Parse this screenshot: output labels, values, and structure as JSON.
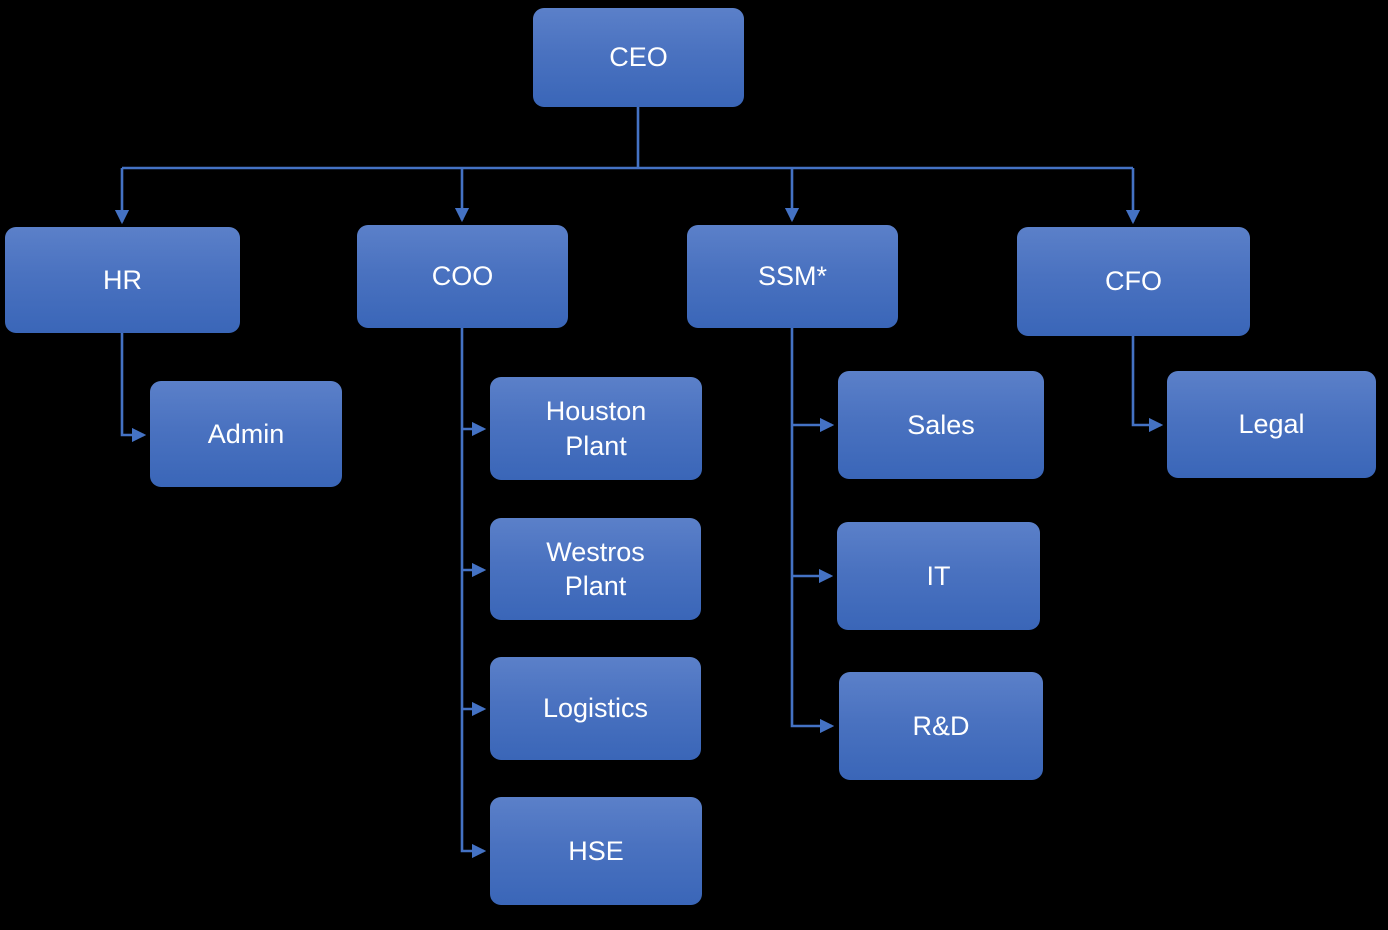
{
  "diagram": {
    "type": "org-chart",
    "background_color": "#000000",
    "box_gradient_top": "#5b80c9",
    "box_gradient_bottom": "#3a66b8",
    "box_text_color": "#ffffff",
    "connector_color": "#4472c4",
    "nodes": [
      {
        "id": "ceo",
        "label": "CEO"
      },
      {
        "id": "hr",
        "label": "HR"
      },
      {
        "id": "coo",
        "label": "COO"
      },
      {
        "id": "ssm",
        "label": "SSM*"
      },
      {
        "id": "cfo",
        "label": "CFO"
      },
      {
        "id": "admin",
        "label": "Admin"
      },
      {
        "id": "houston",
        "label": "Houston\nPlant"
      },
      {
        "id": "westros",
        "label": "Westros\nPlant"
      },
      {
        "id": "logistics",
        "label": "Logistics"
      },
      {
        "id": "hse",
        "label": "HSE"
      },
      {
        "id": "sales",
        "label": "Sales"
      },
      {
        "id": "it",
        "label": "IT"
      },
      {
        "id": "rd",
        "label": "R&D"
      },
      {
        "id": "legal",
        "label": "Legal"
      }
    ],
    "edges": [
      [
        "CEO",
        "HR"
      ],
      [
        "CEO",
        "COO"
      ],
      [
        "CEO",
        "SSM*"
      ],
      [
        "CEO",
        "CFO"
      ],
      [
        "HR",
        "Admin"
      ],
      [
        "COO",
        "Houston Plant"
      ],
      [
        "COO",
        "Westros Plant"
      ],
      [
        "COO",
        "Logistics"
      ],
      [
        "COO",
        "HSE"
      ],
      [
        "SSM*",
        "Sales"
      ],
      [
        "SSM*",
        "IT"
      ],
      [
        "SSM*",
        "R&D"
      ],
      [
        "CFO",
        "Legal"
      ]
    ]
  }
}
